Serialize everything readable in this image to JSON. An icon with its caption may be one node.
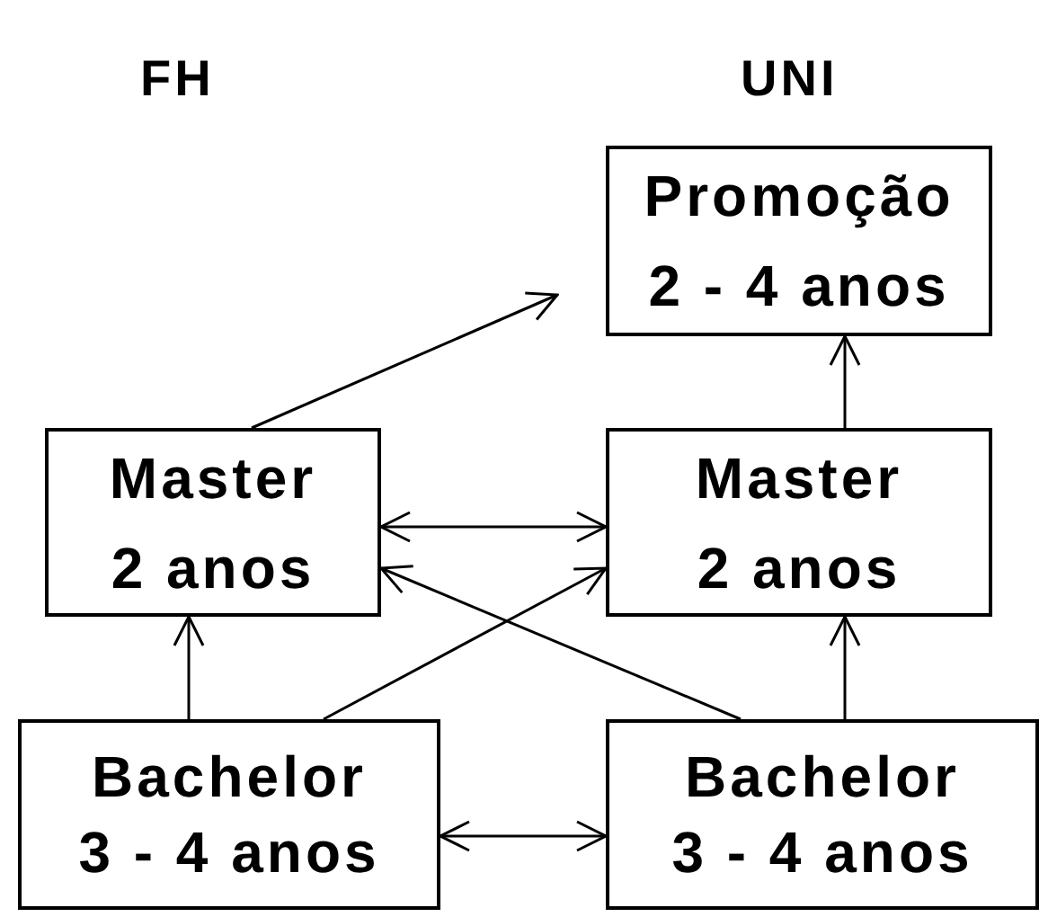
{
  "diagram": {
    "nodes": [
      {
        "text": [
          "Promoção 2 - 4 anos"
        ]
      },
      {
        "text": [
          "Master 2 anos"
        ]
      },
      {
        "text": [
          "Master 2 anos"
        ]
      },
      {
        "text": [
          "Bachelor 3 - 4 anos"
        ]
      },
      {
        "text": [
          "Bachelor 3 - 4 anos"
        ]
      }
    ],
    "edges": [
      {
        "from": 1,
        "to": 0,
        "arrow": "to"
      },
      {
        "from": 2,
        "to": 0,
        "arrow": "to"
      },
      {
        "from": 1,
        "to": 2,
        "arrow": "both"
      },
      {
        "from": 3,
        "to": 1,
        "arrow": "to"
      },
      {
        "from": 4,
        "to": 2,
        "arrow": "to"
      },
      {
        "from": 3,
        "to": 2,
        "arrow": "to"
      },
      {
        "from": 4,
        "to": 1,
        "arrow": "to"
      },
      {
        "from": 3,
        "to": 4,
        "arrow": "both"
      }
    ],
    "labels": [
      "FH",
      "UNI"
    ]
  }
}
